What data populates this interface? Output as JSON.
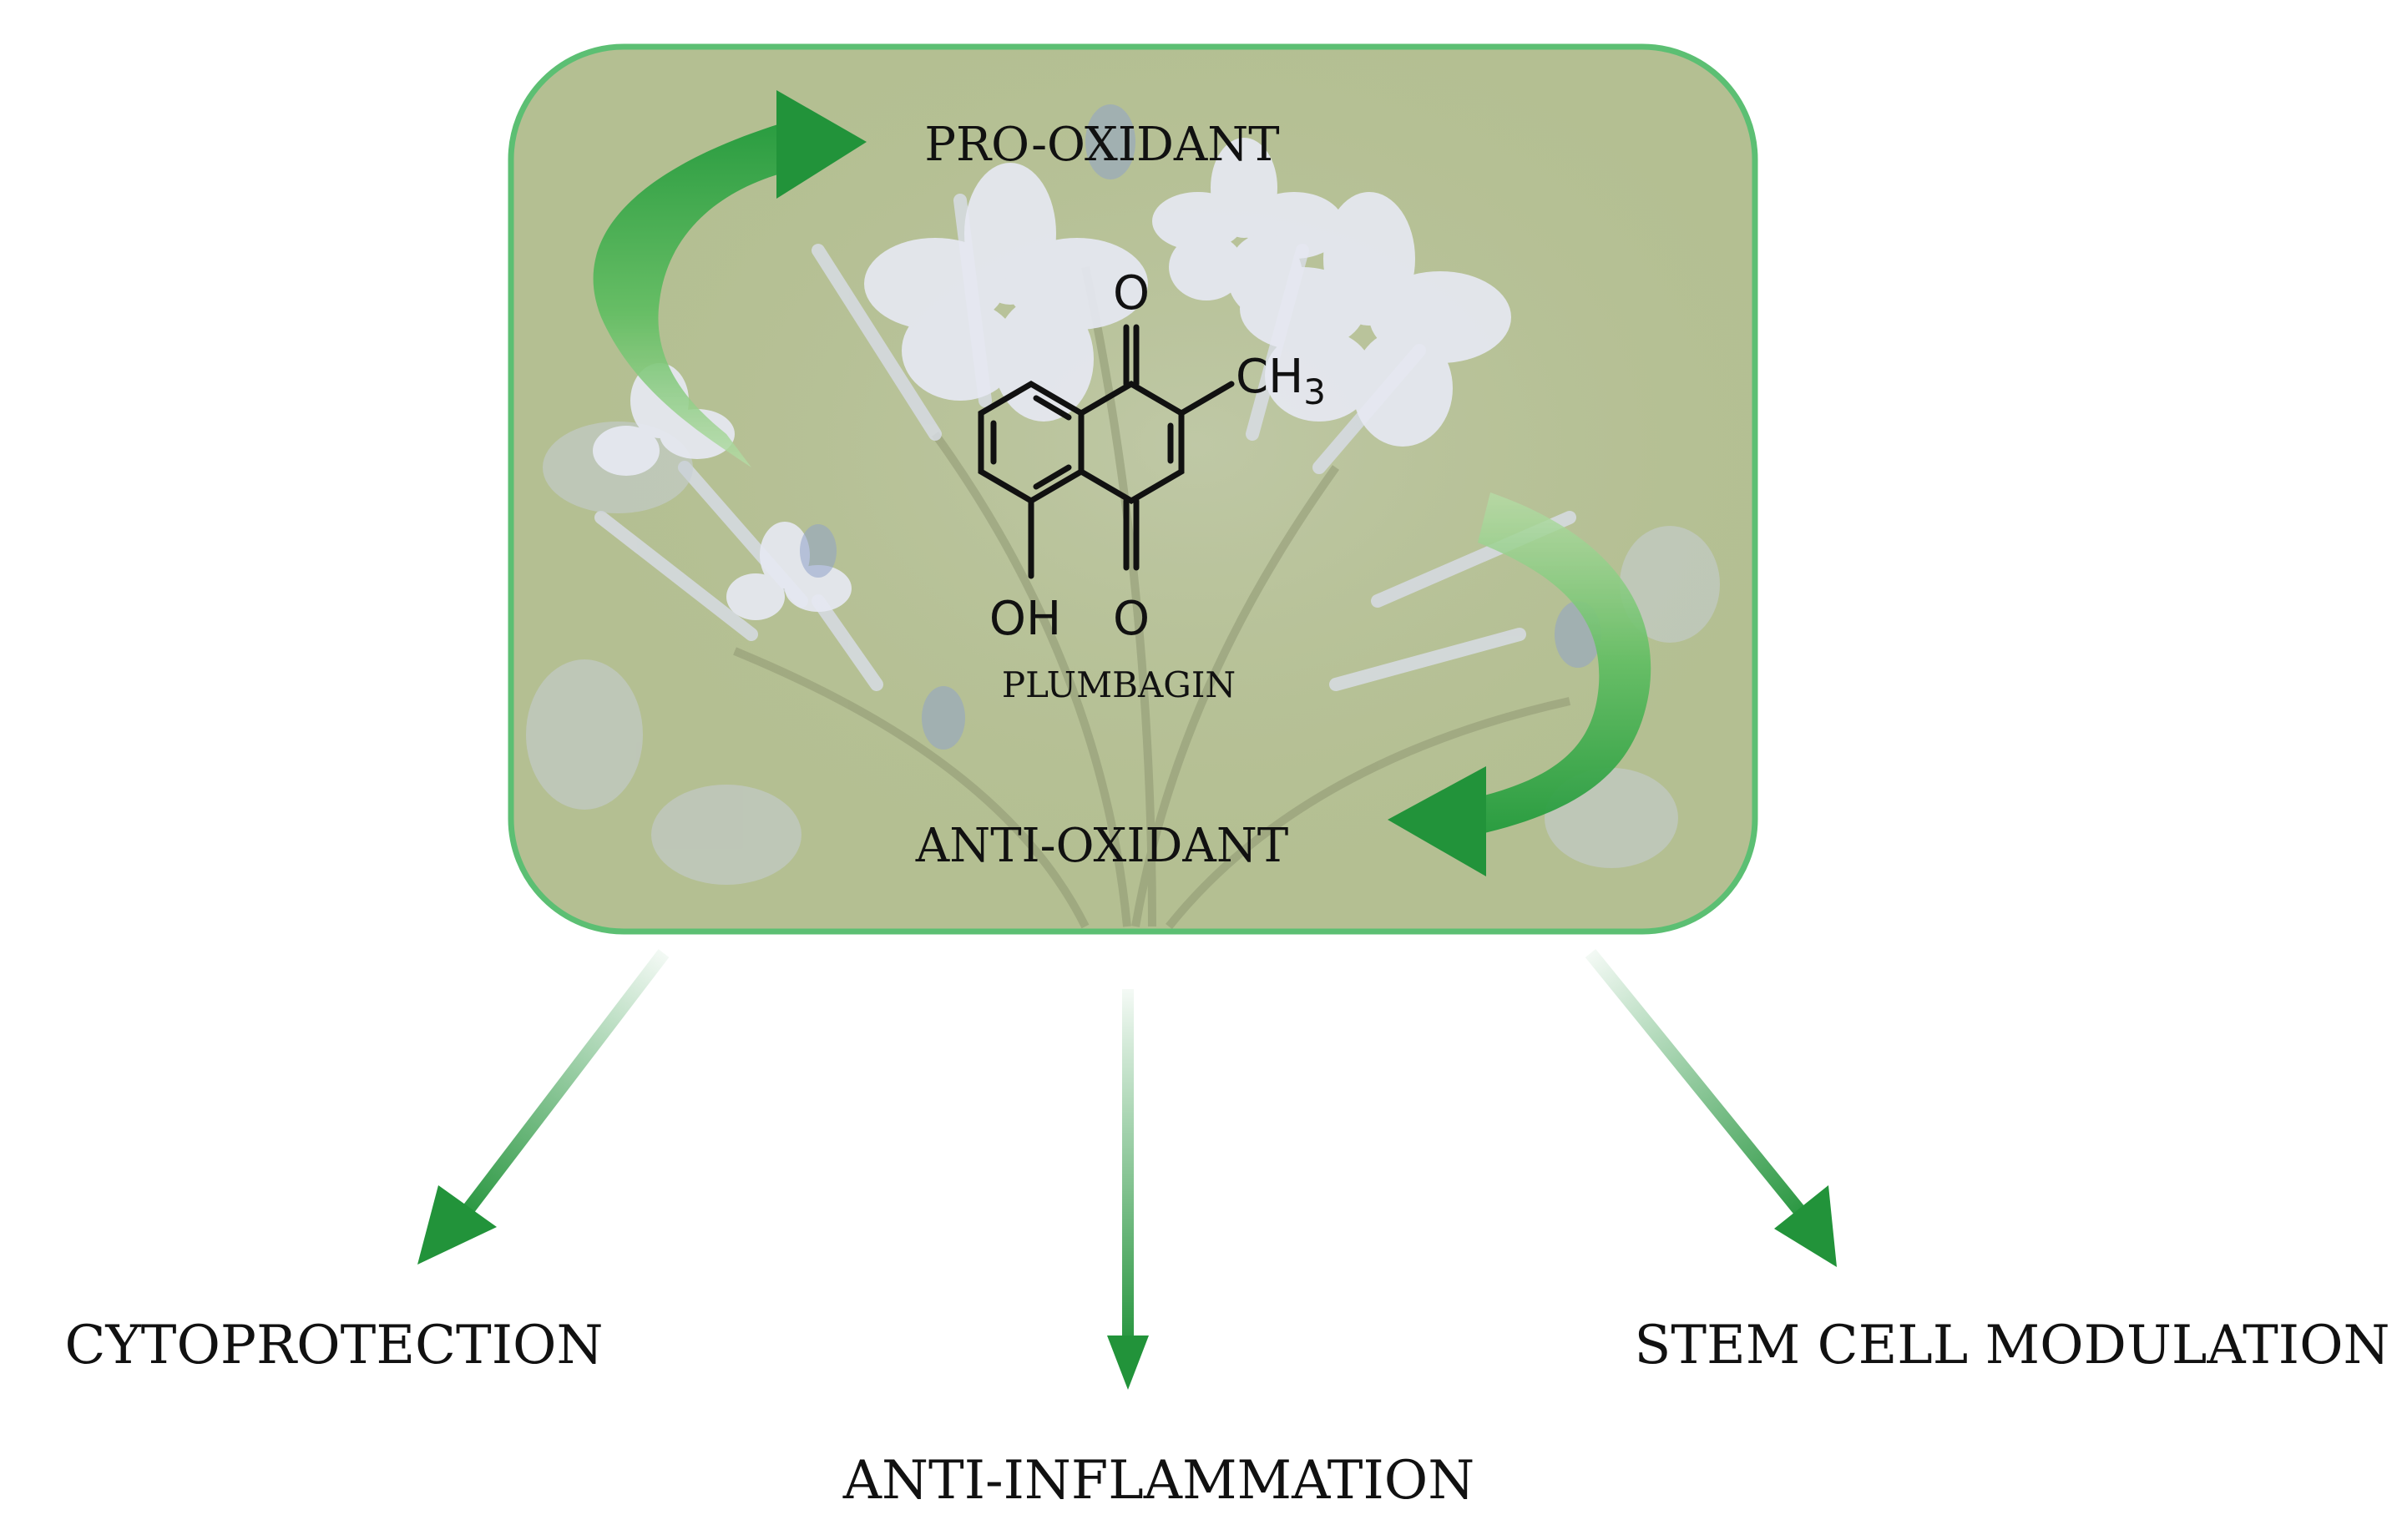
{
  "diagram": {
    "center_box": {
      "top_label": "PRO-OXIDANT",
      "bottom_label": "ANTI-OXIDANT",
      "compound_name": "PLUMBAGIN",
      "atoms": {
        "o_top": "O",
        "o_bottom": "O",
        "ch3_main": "CH",
        "ch3_sub": "3",
        "oh": "OH"
      }
    },
    "outcomes": [
      {
        "label": "CYTOPROTECTION"
      },
      {
        "label": "ANTI-INFLAMMATION"
      },
      {
        "label": "STEM CELL MODULATION"
      }
    ]
  },
  "colors": {
    "box_fill": "#b4bf92",
    "box_border": "#5cbf73",
    "arrow_dark": "#22933a",
    "arrow_light": "#8fd28f",
    "flower": "#e4e8f2",
    "text": "#111111"
  }
}
